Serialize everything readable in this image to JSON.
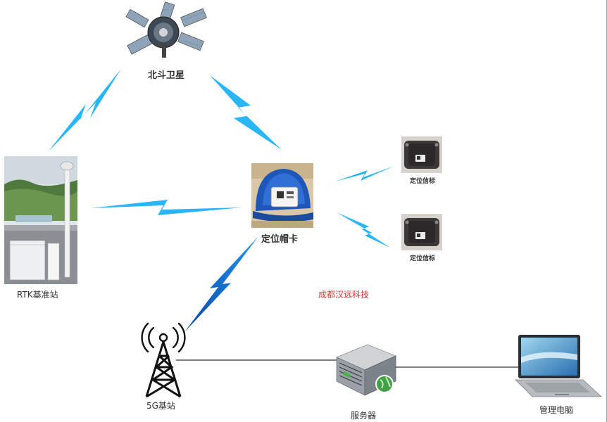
{
  "nodes": {
    "satellite": {
      "label": "北斗卫星"
    },
    "rtk": {
      "label": "RTK基准站"
    },
    "helmet": {
      "label": "定位帽卡"
    },
    "beacon_top": {
      "label": "定位信标"
    },
    "beacon_bottom": {
      "label": "定位信标"
    },
    "tower": {
      "label": "5G基站"
    },
    "server": {
      "label": "服务器"
    },
    "laptop": {
      "label": "管理电脑"
    }
  },
  "company": {
    "text": "成都汉远科技"
  },
  "colors": {
    "wireless_light": "#29b6f6",
    "wireless_dark": "#1565c0",
    "wire": "#333333",
    "company_text": "#e53935"
  },
  "icons": {
    "satellite": "satellite-icon",
    "rtk": "rtk-station-photo",
    "helmet": "helmet-icon",
    "beacon": "beacon-device-icon",
    "tower": "antenna-tower-icon",
    "server": "server-icon",
    "laptop": "laptop-icon"
  }
}
